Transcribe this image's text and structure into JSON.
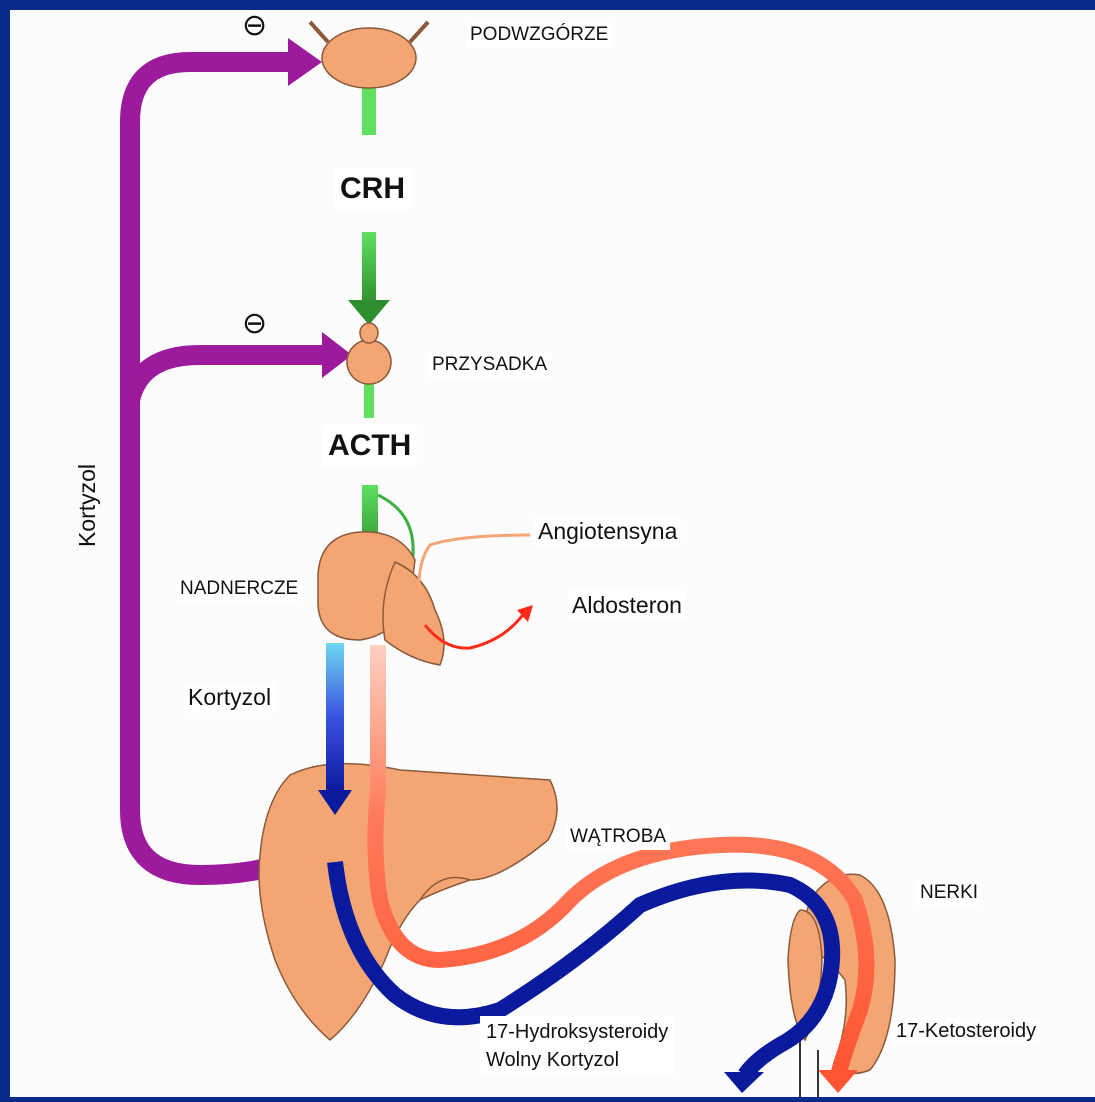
{
  "labels": {
    "hypothalamus": "PODWZGÓRZE",
    "crh": "CRH",
    "pituitary": "PRZYSADKA",
    "acth": "ACTH",
    "adrenal": "NADNERCZE",
    "angiotensin": "Angiotensyna",
    "aldosterone": "Aldosteron",
    "cortisol_mid": "Kortyzol",
    "cortisol_side": "Kortyzol",
    "liver": "WĄTROBA",
    "kidneys": "NERKI",
    "hydroxy_line1": "17-Hydroksysteroidy",
    "hydroxy_line2": "Wolny Kortyzol",
    "keto": "17-Ketosteroidy",
    "inhibit_symbol": "⊖"
  },
  "colors": {
    "background": "#0a2a8a",
    "canvas": "#fcfcfc",
    "organ": "#f4a574",
    "feedback": "#9c1a9c",
    "stimulate": "#3cb043",
    "cortisol_blue": "#0a1a9c",
    "keto_red": "#ff5533"
  }
}
